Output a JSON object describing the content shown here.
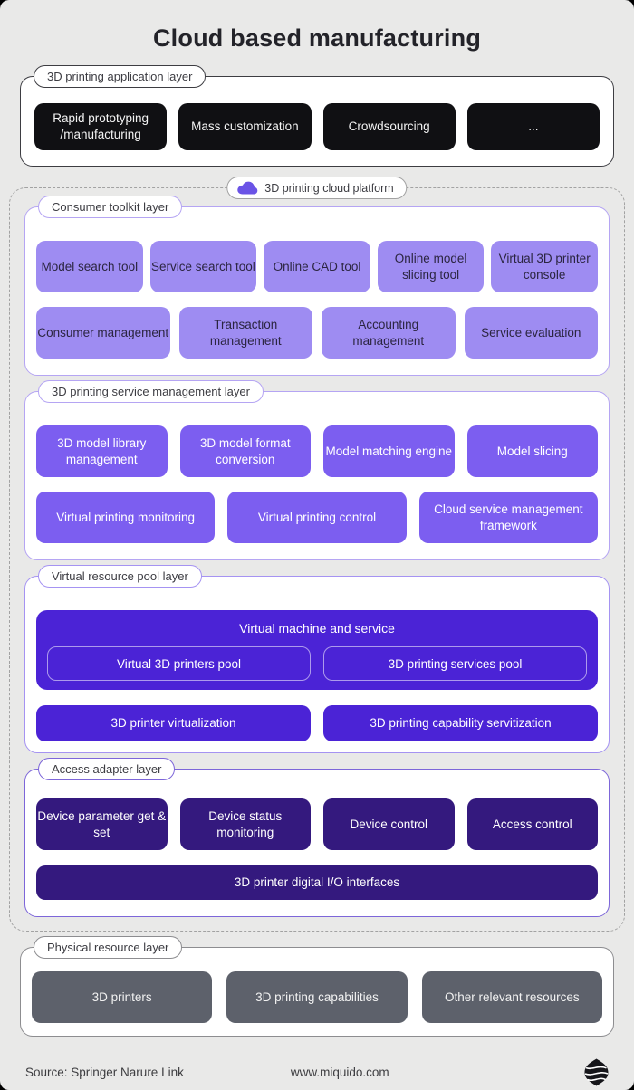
{
  "page": {
    "title": "Cloud based manufacturing",
    "footer": {
      "source": "Source: Springer Narure Link",
      "website": "www.miquido.com"
    }
  },
  "colors": {
    "background": "#e9e9e8",
    "app_box": "#101013",
    "consumer_box": "#9e8cf2",
    "service_box": "#7c5ef0",
    "pool_box": "#4b23d6",
    "access_box": "#34197e",
    "physical_box": "#5d616b",
    "light_purple_border": "#b5a5f3",
    "cloud_icon": "#6a53e6"
  },
  "layers": {
    "application": {
      "label": "3D printing application layer",
      "boxes": [
        "Rapid prototyping /manufacturing",
        "Mass customization",
        "Crowdsourcing",
        "..."
      ]
    },
    "platform": {
      "label": "3D printing cloud platform",
      "icon": "cloud-icon"
    },
    "consumer": {
      "label": "Consumer toolkit layer",
      "row1": [
        "Model search tool",
        "Service search tool",
        "Online CAD tool",
        "Online model slicing tool",
        "Virtual 3D printer console"
      ],
      "row2": [
        "Consumer management",
        "Transaction management",
        "Accounting management",
        "Service evaluation"
      ]
    },
    "service": {
      "label": "3D printing service management layer",
      "row1": [
        "3D model library management",
        "3D model format conversion",
        "Model matching engine",
        "Model slicing"
      ],
      "row2": [
        "Virtual printing monitoring",
        "Virtual printing control",
        "Cloud service management framework"
      ]
    },
    "pool": {
      "label": "Virtual resource pool layer",
      "group_title": "Virtual machine and service",
      "group_boxes": [
        "Virtual 3D printers pool",
        "3D printing services pool"
      ],
      "row2": [
        "3D printer virtualization",
        "3D printing capability servitization"
      ]
    },
    "access": {
      "label": "Access adapter layer",
      "row1": [
        "Device parameter get & set",
        "Device status monitoring",
        "Device control",
        "Access control"
      ],
      "full_width": "3D printer digital I/O interfaces"
    },
    "physical": {
      "label": "Physical resource layer",
      "boxes": [
        "3D printers",
        "3D printing capabilities",
        "Other relevant resources"
      ]
    }
  }
}
